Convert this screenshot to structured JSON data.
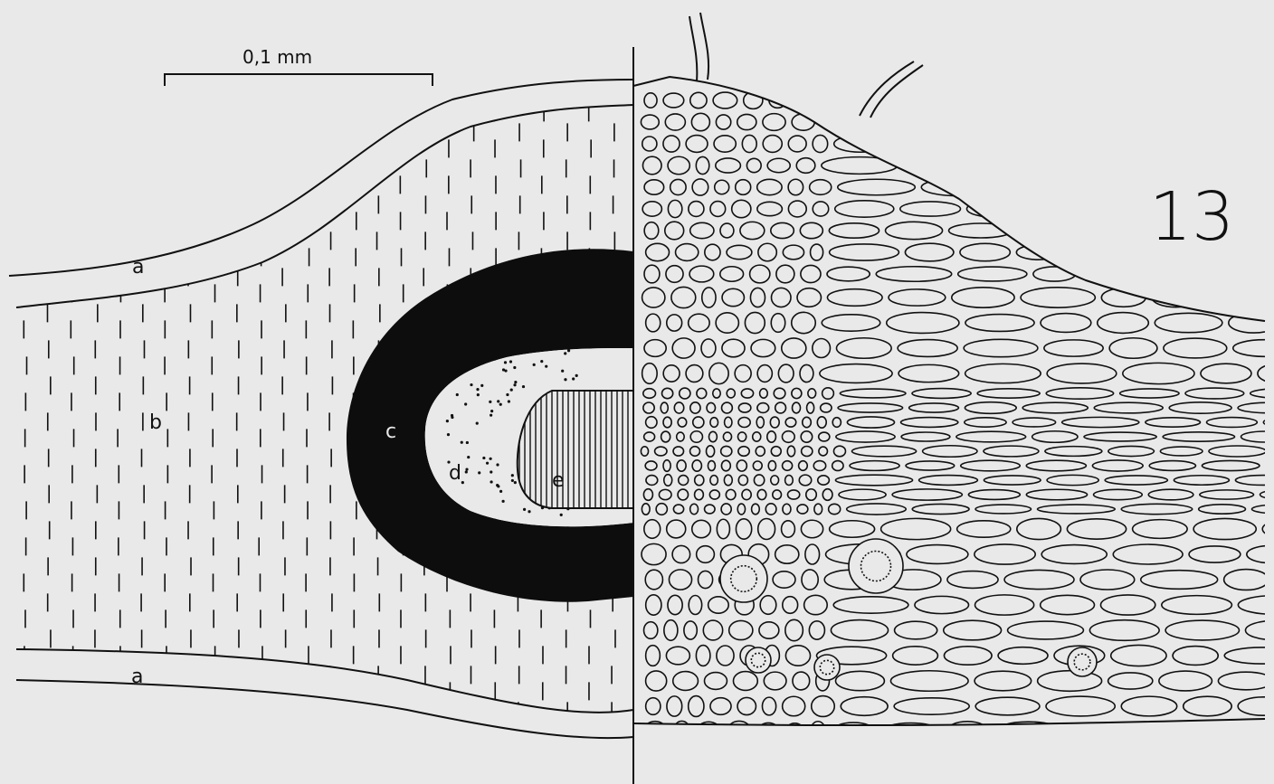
{
  "figure": {
    "number": "13",
    "scale_bar_label": "0,1 mm",
    "labels": {
      "a_top": "a",
      "a_bottom": "a",
      "b": "b",
      "c": "c",
      "d": "d",
      "e": "e"
    },
    "colors": {
      "paper": "#e9e9e9",
      "ink": "#111111",
      "band_c_fill": "#0d0d0d"
    }
  }
}
